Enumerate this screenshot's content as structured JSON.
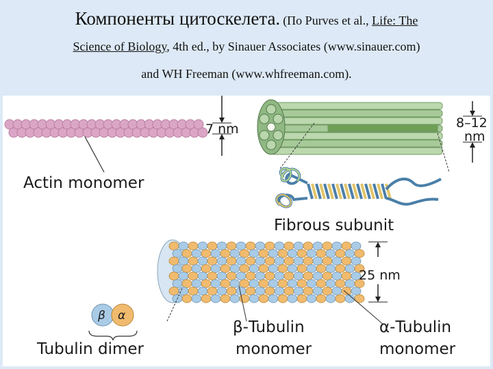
{
  "header": {
    "title": "Компоненты цитоскелета.",
    "citation_prefix": "(По Purves et al., ",
    "book_title_1": "Life: The",
    "book_title_2": "Science of Biology",
    "citation_middle": ", 4th ed., by Sinauer Associates (www.sinauer.com)",
    "citation_line3": "and WH Freeman (www.whfreeman.com)."
  },
  "diagram": {
    "actin": {
      "dimension": "7 nm",
      "label": "Actin monomer"
    },
    "intermediate_filament": {
      "dimension_1": "8–12",
      "dimension_2": "nm",
      "label": "Fibrous subunit"
    },
    "microtubule": {
      "dimension": "25 nm",
      "dimer_label": "Tubulin dimer",
      "beta_symbol": "β",
      "alpha_symbol": "α",
      "beta_label_1": "β-Tubulin",
      "beta_label_2": "monomer",
      "alpha_label_1": "α-Tubulin",
      "alpha_label_2": "monomer"
    },
    "colors": {
      "background": "#dde9f6",
      "actin": "#dba6c6",
      "actin_dark": "#b97fa3",
      "filament": "#a8c99a",
      "filament_dark": "#6f9a63",
      "beta_tubulin": "#a9cbe6",
      "alpha_tubulin": "#f0bb6e"
    }
  }
}
